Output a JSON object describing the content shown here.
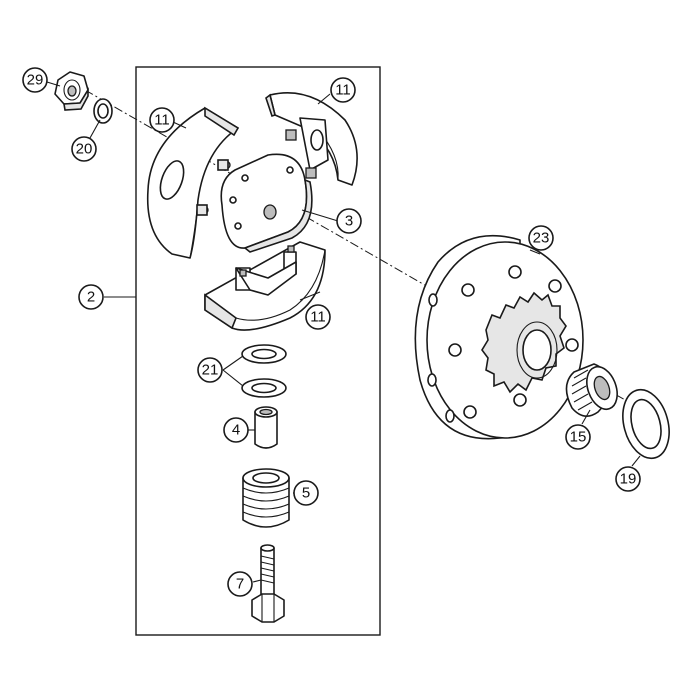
{
  "callouts": {
    "c29": "29",
    "c20": "20",
    "c11a": "11",
    "c11b": "11",
    "c11c": "11",
    "c3": "3",
    "c2": "2",
    "c23": "23",
    "c21": "21",
    "c4": "4",
    "c5": "5",
    "c15": "15",
    "c19": "19",
    "c7": "7"
  }
}
